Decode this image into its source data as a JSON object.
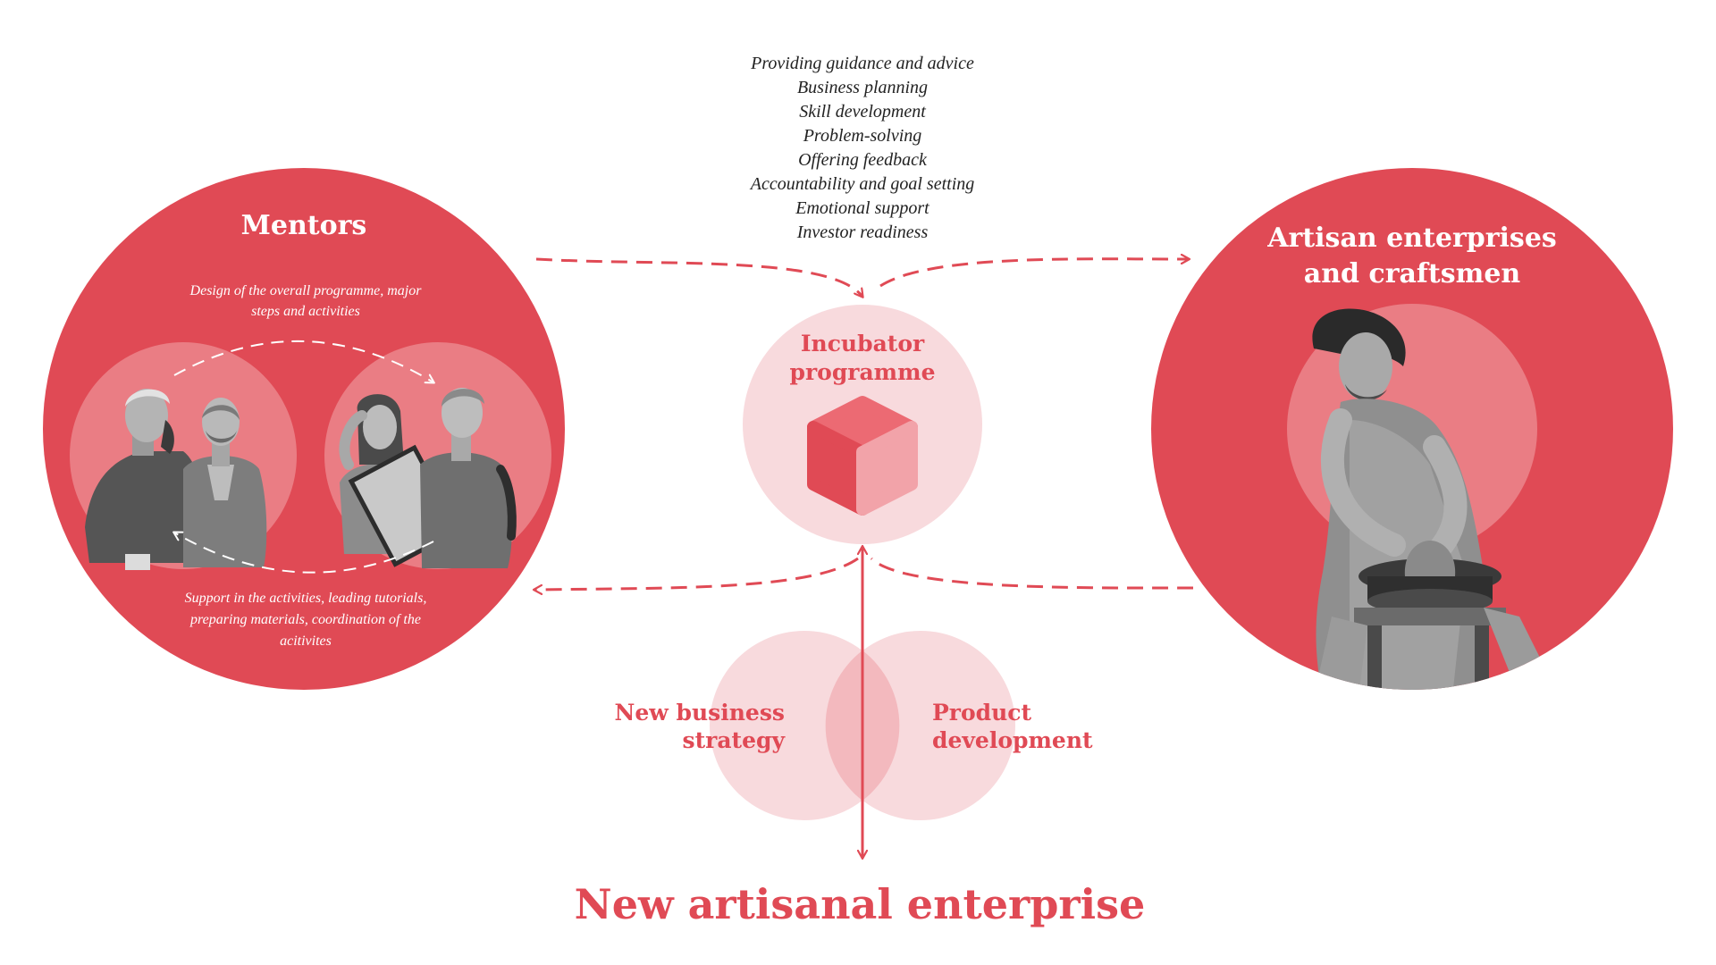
{
  "guidance_list": {
    "items": [
      "Providing guidance and advice",
      "Business planning",
      "Skill development",
      "Problem-solving",
      "Offering feedback",
      "Accountability and goal setting",
      "Emotional support",
      "Investor readiness"
    ]
  },
  "mentors": {
    "title": "Mentors",
    "top_caption": [
      "Design of the overall programme, major",
      "steps and activities"
    ],
    "bottom_caption": [
      "Support in the activities, leading tutorials,",
      "preparing materials, coordination of the",
      "acitivites"
    ]
  },
  "artisans": {
    "title": [
      "Artisan enterprises",
      "and craftsmen"
    ]
  },
  "incubator": {
    "title": [
      "Incubator",
      "programme"
    ]
  },
  "venn": {
    "left_label": [
      "New business",
      "strategy"
    ],
    "right_label": [
      "Product",
      "development"
    ]
  },
  "outcome": {
    "title": "New artisanal enterprise"
  },
  "colors": {
    "primary_red": "#e04a55",
    "light_pink": "#f8dadd",
    "mid_pink": "#f3b9be",
    "inner_circle": "#ea7d84",
    "cube_top": "#ec6a73",
    "cube_right": "#f2a3a9",
    "dashed_white": "#ffffff"
  }
}
